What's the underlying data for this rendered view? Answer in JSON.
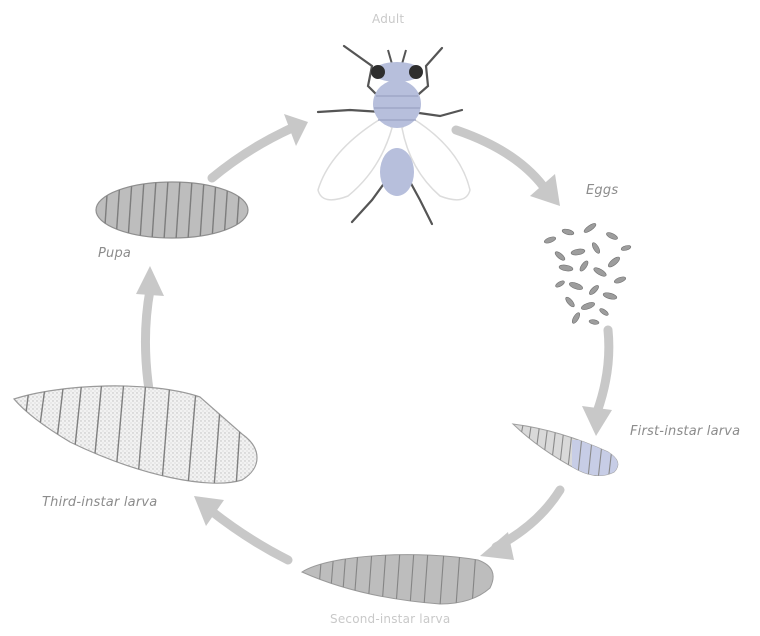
{
  "labels": {
    "adult": "Adult",
    "eggs": "Eggs",
    "first_instar": "First-instar larva",
    "second_instar": "Second-instar larva",
    "third_instar": "Third-instar larva",
    "pupa": "Pupa"
  },
  "colors": {
    "arrow": "#c8c8c8",
    "body_blue": "#b7bfdc",
    "stripe": "#8a8a8a",
    "pupa_fill": "#b9b9b9",
    "label": "#8c8c8c"
  }
}
